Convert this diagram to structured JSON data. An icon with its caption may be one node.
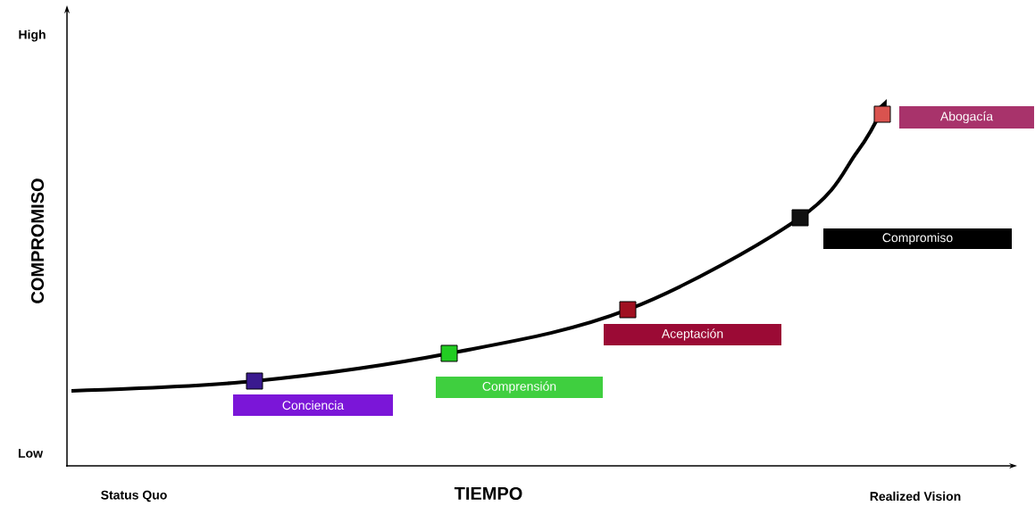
{
  "diagram": {
    "nodes": [
      {
        "text": [
          "Conciencia"
        ]
      },
      {
        "text": [
          "Comprensión"
        ]
      },
      {
        "text": [
          "Aceptación"
        ]
      },
      {
        "text": [
          "Compromiso"
        ]
      },
      {
        "text": [
          "Abogacía"
        ]
      }
    ],
    "labels": [
      "High",
      "COMPROMISO",
      "Low",
      "Status Quo",
      "TIEMPO",
      "Realized Vision"
    ]
  }
}
